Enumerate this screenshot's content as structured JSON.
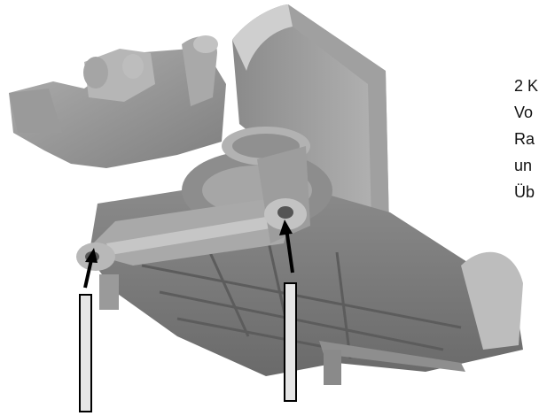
{
  "caption": {
    "lines": [
      "2 K",
      "Vo",
      "Ra",
      "un",
      "Üb"
    ]
  },
  "colors": {
    "model": "#9e9e9e",
    "model_dark": "#6f6f6f",
    "model_light": "#c4c4c4",
    "marker_fill": "#e6e6e6",
    "arrow": "#000000"
  },
  "icons": {
    "left_arrow": "arrow-up-icon",
    "right_arrow": "arrow-up-icon"
  }
}
